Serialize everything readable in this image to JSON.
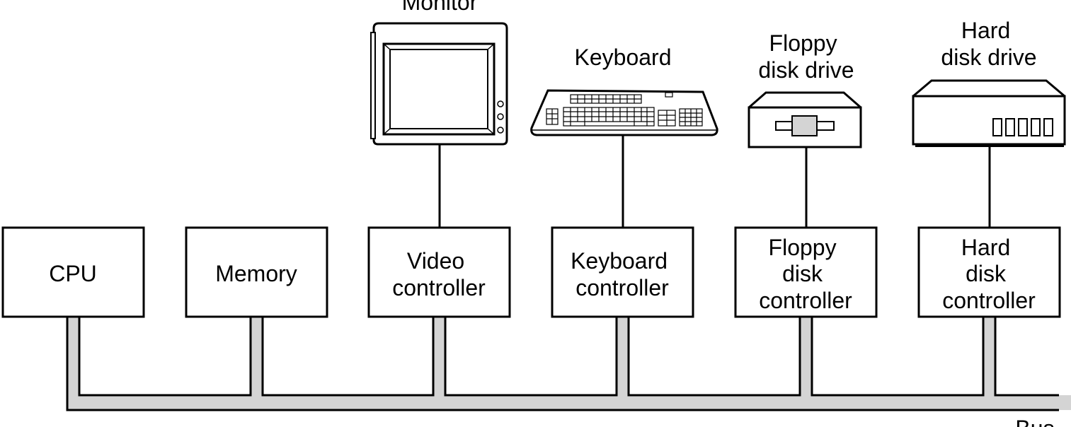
{
  "components": [
    {
      "id": "cpu",
      "lines": [
        "CPU"
      ]
    },
    {
      "id": "memory",
      "lines": [
        "Memory"
      ]
    },
    {
      "id": "video-controller",
      "lines": [
        "Video",
        "controller"
      ]
    },
    {
      "id": "keyboard-controller",
      "lines": [
        "Keyboard",
        "controller"
      ]
    },
    {
      "id": "floppy-disk-controller",
      "lines": [
        "Floppy",
        "disk",
        "controller"
      ]
    },
    {
      "id": "hard-disk-controller",
      "lines": [
        "Hard",
        "disk",
        "controller"
      ]
    }
  ],
  "devices": [
    {
      "id": "monitor",
      "lines": [
        "Monitor"
      ],
      "icon": "monitor-icon"
    },
    {
      "id": "keyboard",
      "lines": [
        "Keyboard"
      ],
      "icon": "keyboard-icon"
    },
    {
      "id": "floppy-disk-drive",
      "lines": [
        "Floppy",
        "disk drive"
      ],
      "icon": "floppy-drive-icon"
    },
    {
      "id": "hard-disk-drive",
      "lines": [
        "Hard",
        "disk drive"
      ],
      "icon": "hard-disk-drive-icon"
    }
  ],
  "bus": {
    "label": "Bus"
  },
  "colors": {
    "bus_fill": "#d4d4d4",
    "stroke": "#000000"
  }
}
